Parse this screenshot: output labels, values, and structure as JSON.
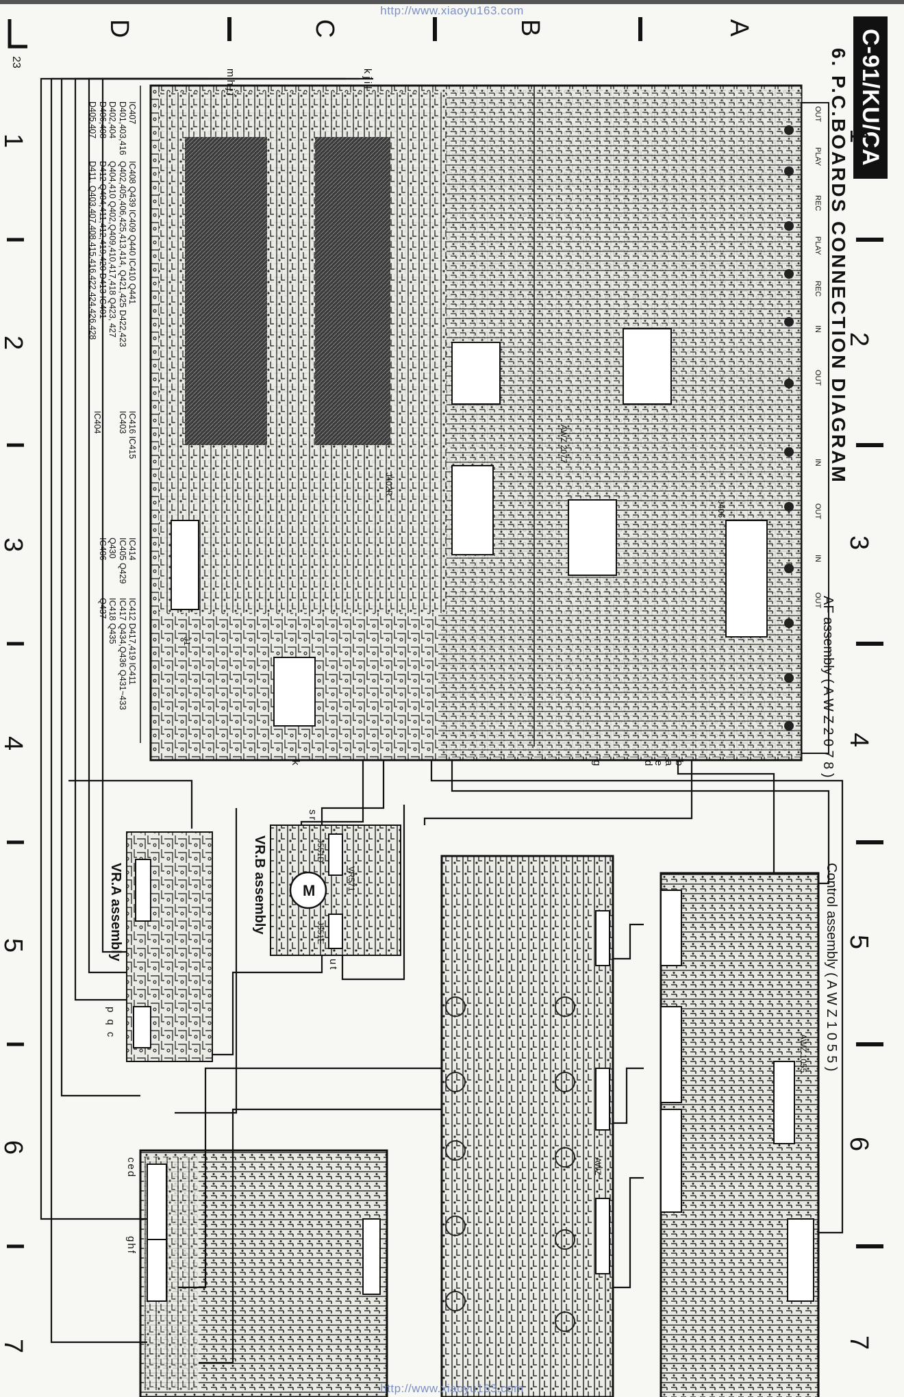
{
  "page": {
    "url_top": "http://www.xiaoyu163.com",
    "url_bottom": "http://www.xiaoyu163.com",
    "model_badge": "C-91/KU/CA",
    "section_title": "6. P.C.BOARDS  CONNECTION  DIAGRAM",
    "page_number": "23"
  },
  "zones": {
    "letters": [
      "A",
      "B",
      "C",
      "D"
    ],
    "numbers": [
      "1",
      "2",
      "3",
      "4",
      "5",
      "6",
      "7"
    ]
  },
  "assemblies": {
    "af": "AF assembly ( A W Z 2 0 7 8 )",
    "control": "Control assembly ( A W Z 1 0 5 5 )",
    "vra": "VR.A assembly",
    "vrb": "VR.B assembly"
  },
  "jack_labels": [
    "OUT",
    "PLAY",
    "REC",
    "PLAY",
    "REC",
    "IN",
    "OUT",
    "IN",
    "OUT",
    "IN",
    "OUT"
  ],
  "board_marks": {
    "awz_center": "AWZ",
    "awz_center_num": "2077",
    "awz_control": "AWZ",
    "awz_control_num": "1055",
    "awz_small": "AWZ",
    "j406": "J406",
    "j402r": "J402R",
    "j551d": "J551D",
    "j551e": "J551E",
    "vr571": "VR571",
    "motor": "M",
    "j1": "J1"
  },
  "pin_letters": {
    "top_left_group": [
      "m",
      "h",
      "j",
      "i"
    ],
    "top_right_group": [
      "k",
      "j",
      "i",
      "l"
    ],
    "af_bottom": [
      "k",
      "g",
      "d",
      "e",
      "a",
      "b"
    ],
    "vrb": [
      "s",
      "r",
      "u",
      "t"
    ],
    "vra": [
      "p",
      "q",
      "c"
    ],
    "left_bottom_a": [
      "c",
      "e",
      "d"
    ],
    "left_bottom_b": [
      "g",
      "h",
      "f"
    ]
  },
  "ref_list": {
    "col1": [
      "IC407",
      "D401,403,416",
      "D402,404",
      "D406,408",
      "D405,407"
    ],
    "col2": [
      "IC408  Q439  IC409 Q440  IC410  Q441",
      "Q402,405,406,425,413,414,  Q421,425   D422,423",
      "Q404,410  Q402,Q409,410,417,418   Q423, 427",
      "D412   Q404,411,412,419,420        D413   IC401",
      "D411, Q403,407,408,415,416,422,424,426,428"
    ],
    "col3": [
      "IC416   IC415",
      "IC403",
      "IC404"
    ],
    "col4": [
      "IC414",
      "IC405   Q429",
      "Q430",
      "IC406"
    ],
    "col5": [
      "IC412  D417,419  IC411",
      "IC417 Q434,Q436  Q431~433",
      "IC418         Q435",
      "Q437"
    ]
  }
}
